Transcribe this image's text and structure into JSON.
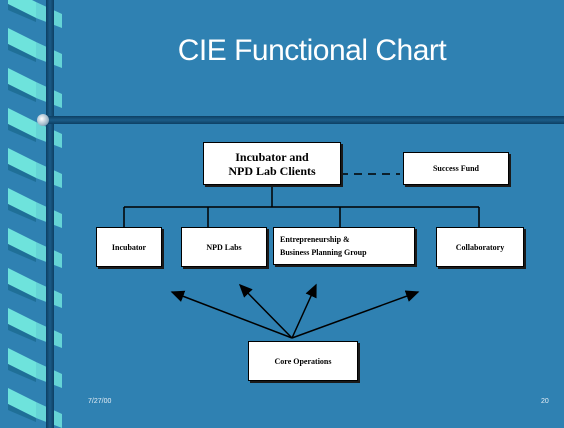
{
  "slide": {
    "title": "CIE Functional Chart",
    "date": "7/27/00",
    "page_number": "20"
  },
  "diagram": {
    "top_node": {
      "line1": "Incubator and",
      "line2": "NPD Lab Clients"
    },
    "side_node": "Success Fund",
    "branches": [
      {
        "label": "Incubator"
      },
      {
        "label": "NPD Labs"
      },
      {
        "line1": "Entrepreneurship &",
        "line2": "Business Planning Group"
      },
      {
        "label": "Collaboratory"
      }
    ],
    "bottom_node": "Core Operations"
  },
  "colors": {
    "background": "#2f81b2",
    "ribbon_light": "#6ee3dc",
    "ribbon_dark": "#1f6f97",
    "box_fill": "#ffffff"
  }
}
